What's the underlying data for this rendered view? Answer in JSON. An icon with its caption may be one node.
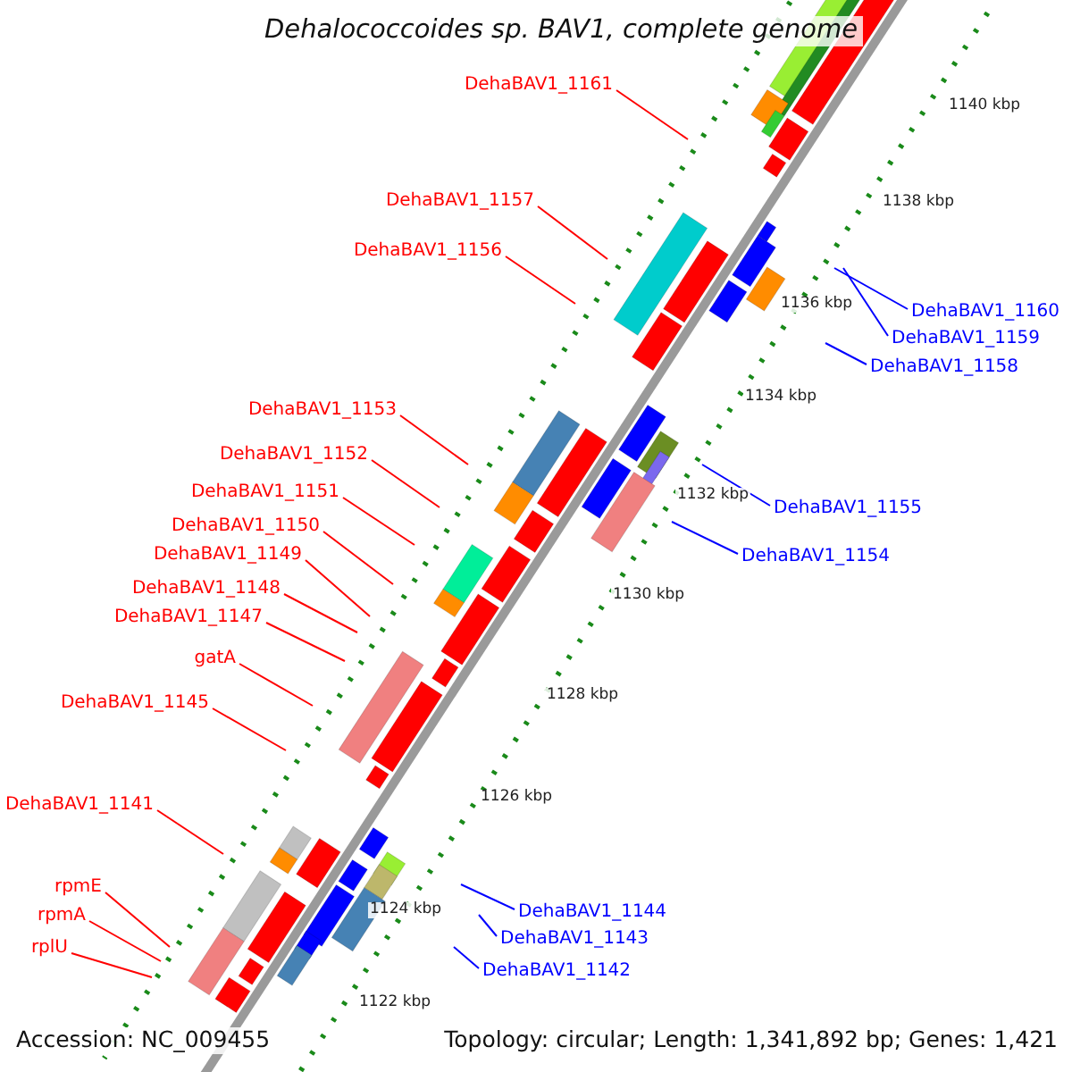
{
  "diagram": {
    "title": "Dehalococcoides sp. BAV1, complete genome",
    "nodes": [
      {
        "text": [
          "DehaBAV1_1161"
        ]
      },
      {
        "text": [
          "DehaBAV1_1157"
        ]
      },
      {
        "text": [
          "DehaBAV1_1156"
        ]
      },
      {
        "text": [
          "DehaBAV1_1160"
        ]
      },
      {
        "text": [
          "DehaBAV1_1159"
        ]
      },
      {
        "text": [
          "DehaBAV1_1158"
        ]
      },
      {
        "text": [
          "DehaBAV1_1153"
        ]
      },
      {
        "text": [
          "DehaBAV1_1152"
        ]
      },
      {
        "text": [
          "DehaBAV1_1151"
        ]
      },
      {
        "text": [
          "DehaBAV1_1155"
        ]
      },
      {
        "text": [
          "DehaBAV1_1150"
        ]
      },
      {
        "text": [
          "DehaBAV1_1149"
        ]
      },
      {
        "text": [
          "DehaBAV1_1154"
        ]
      },
      {
        "text": [
          "DehaBAV1_1148"
        ]
      },
      {
        "text": [
          "DehaBAV1_1147"
        ]
      },
      {
        "text": [
          "gatA"
        ]
      },
      {
        "text": [
          "DehaBAV1_1145"
        ]
      },
      {
        "text": [
          "DehaBAV1_1141"
        ]
      },
      {
        "text": [
          "rpmE"
        ]
      },
      {
        "text": [
          "DehaBAV1_1144"
        ]
      },
      {
        "text": [
          "rpmA"
        ]
      },
      {
        "text": [
          "DehaBAV1_1143"
        ]
      },
      {
        "text": [
          "rplU"
        ]
      },
      {
        "text": [
          "DehaBAV1_1142"
        ]
      }
    ],
    "edges": [
      {
        "from": 0,
        "to": null,
        "arrow": "none"
      },
      {
        "from": 1,
        "to": null,
        "arrow": "none"
      },
      {
        "from": 2,
        "to": null,
        "arrow": "none"
      },
      {
        "from": 3,
        "to": null,
        "arrow": "none",
        "color": "#0000ff"
      },
      {
        "from": 4,
        "to": null,
        "arrow": "none",
        "color": "#0000ff"
      },
      {
        "from": 5,
        "to": null,
        "arrow": "none",
        "color": "#0000ff"
      },
      {
        "from": 6,
        "to": null,
        "arrow": "none"
      },
      {
        "from": 7,
        "to": null,
        "arrow": "none"
      },
      {
        "from": 8,
        "to": null,
        "arrow": "none"
      },
      {
        "from": 9,
        "to": null,
        "arrow": "none",
        "color": "#0000ff"
      },
      {
        "from": 10,
        "to": null,
        "arrow": "none"
      },
      {
        "from": 11,
        "to": null,
        "arrow": "none"
      },
      {
        "from": 12,
        "to": null,
        "arrow": "none",
        "color": "#0000ff"
      },
      {
        "from": 13,
        "to": null,
        "arrow": "none"
      },
      {
        "from": 14,
        "to": null,
        "arrow": "none"
      },
      {
        "from": 15,
        "to": null,
        "arrow": "none"
      },
      {
        "from": 16,
        "to": null,
        "arrow": "none"
      },
      {
        "from": 17,
        "to": null,
        "arrow": "none"
      },
      {
        "from": 18,
        "to": null,
        "arrow": "none"
      },
      {
        "from": 19,
        "to": null,
        "arrow": "none",
        "color": "#0000ff"
      },
      {
        "from": 20,
        "to": null,
        "arrow": "none"
      },
      {
        "from": 21,
        "to": null,
        "arrow": "none",
        "color": "#0000ff"
      },
      {
        "from": 22,
        "to": null,
        "arrow": "none"
      },
      {
        "from": 23,
        "to": null,
        "arrow": "none",
        "color": "#0000ff"
      }
    ],
    "labels": [
      "1140 kbp",
      "1138 kbp",
      "1136 kbp",
      "1134 kbp",
      "1132 kbp",
      "1130 kbp",
      "1128 kbp",
      "1126 kbp",
      "1124 kbp",
      "1122 kbp",
      "Accession: NC_009455",
      "Topology: circular; Length: 1,341,892 bp; Genes: 1,421"
    ]
  }
}
